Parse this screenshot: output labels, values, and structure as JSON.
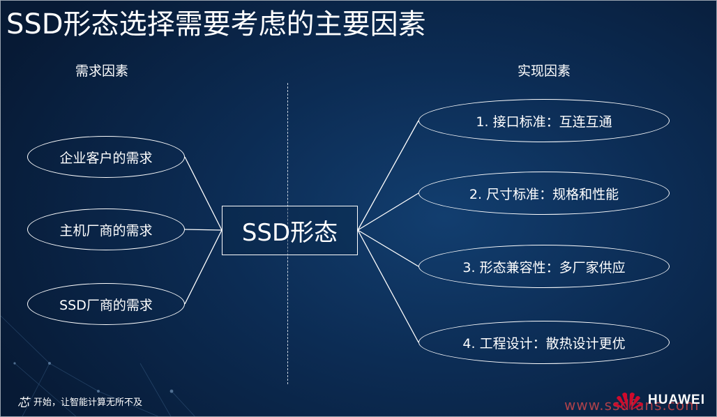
{
  "slide": {
    "title": "SSD形态选择需要考虑的主要因素",
    "left_heading": "需求因素",
    "right_heading": "实现因素",
    "center_label": "SSD形态",
    "needs": [
      "企业客户的需求",
      "主机厂商的需求",
      "SSD厂商的需求"
    ],
    "implementations": [
      "1. 接口标准：互连互通",
      "2. 尺寸标准：规格和性能",
      "3. 形态兼容性：多厂家供应",
      "4. 工程设计：散热设计更优"
    ],
    "footer_slogan": "开始，让智能计算无所不及",
    "slogan_icon": "chip-calligraphy-icon",
    "watermark": "www.ssdfans.com",
    "brand_name": "HUAWEI",
    "brand_logo_icon": "huawei-petal-logo-icon"
  },
  "colors": {
    "background_dark": "#071a35",
    "background_light": "#123e6f",
    "line": "#ffffff",
    "watermark": "#e24a4a",
    "brand_red": "#cf0a2c"
  }
}
